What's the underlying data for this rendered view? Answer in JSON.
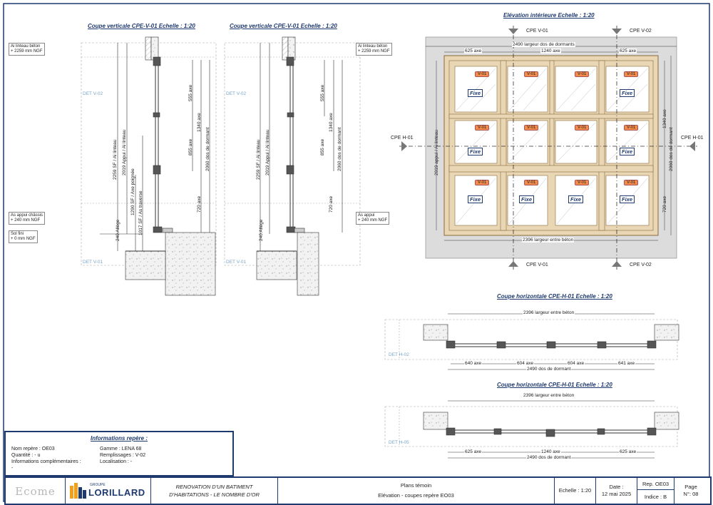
{
  "views": {
    "vertical_1_title": "Coupe verticale CPE-V-01 Echelle : 1:20",
    "vertical_2_title": "Coupe verticale CPE-V-01 Echelle : 1:20",
    "elevation_title": "Elévation intérieure Echelle : 1:20",
    "horizontal_1_title": "Coupe horizontale CPE-H-01 Echelle : 1:20",
    "horizontal_2_title": "Coupe horizontale CPE-H-01 Echelle : 1:20"
  },
  "tags": {
    "linteau": "Ai linteau béton\n+ 2259 mm NGF",
    "appui_chassis": "As appui châssis\n+ 240 mm NGF",
    "sol_fini": "Sol fini\n+ 0 mm NGF",
    "linteau_elev": "Ai linteau béton\n+ 2259 mm NGF",
    "appui_elev": "As appui\n+ 240 mm NGF"
  },
  "details": {
    "det_v02": "DET V-02",
    "det_v01": "DET V-01",
    "det_h02": "DET H-02",
    "det_h05": "DET H-05"
  },
  "section_dims": {
    "d555": "555 axe",
    "d1340": "1340 axe",
    "d855": "855 axe",
    "d2060": "2060 dos de dormant",
    "d720": "720 axe",
    "d2259": "2259 SF / Ai linteau",
    "d2019": "2019 Appui / Ai linteau",
    "d1290": "1290 SF / Axe poignée",
    "d1017": "1017 SF / As traverse",
    "d240": "240 Allège"
  },
  "elevation": {
    "cpe_v01": "CPE V-01",
    "cpe_v02": "CPE V-02",
    "cpe_h01": "CPE H-01",
    "dim_2490": "2490 largeur dos de dormants",
    "dim_625": "625 axe",
    "dim_1240": "1240 axe",
    "dim_2396": "2396 largeur entre béton",
    "dim_2019": "2019 appui / Ai linteau",
    "dim_1340": "1340 axe",
    "dim_2060": "2060 dos de dormant",
    "dim_720": "720 axe",
    "panel_tag": "V-01",
    "fixe": "Fixe"
  },
  "horizontal_1": {
    "dim_2396": "2396 largeur entre béton",
    "dim_640": "640 axe",
    "dim_604a": "604 axe",
    "dim_604b": "604 axe",
    "dim_641": "641 axe",
    "dim_2490": "2490 dos de dormant"
  },
  "horizontal_2": {
    "dim_2396": "2396 largeur entre béton",
    "dim_625a": "625 axe",
    "dim_1240": "1240 axe",
    "dim_625b": "625 axe",
    "dim_2490": "2490 dos de dormant"
  },
  "info": {
    "title": "Informations repère :",
    "nom_repere": "Nom repère : OE03",
    "quantite": "Quantité : - u",
    "infos_compl": "Informations complémentaires :",
    "infos_compl_value": "-",
    "gamme": "Gamme : LENA 68",
    "remplissages": "Remplissages : V-02",
    "localisation": "Localisation : -"
  },
  "cartouche": {
    "logo_ecome": "Ecome",
    "logo_group": "GROUPE",
    "logo_lorillard": "LORILLARD",
    "project_line1": "RENOVATION D'UN BATIMENT",
    "project_line2": "D'HABITATIONS - LE NOMBRE D'OR",
    "doc_title": "Plans témoin",
    "doc_subtitle": "Elévation - coupes repère EO03",
    "echelle": "Echelle : 1:20",
    "date_label": "Date :",
    "date_value": "12 mai 2025",
    "rep_label": "Rep. OE03",
    "indice": "Indice : B",
    "page_label": "Page",
    "page_value": "N°: 08"
  },
  "colors": {
    "frame_wood": "#e9d6b4",
    "frame_stroke": "#8a6a3a",
    "wall_grey": "#e4e4e4",
    "title_blue": "#1f3a6e",
    "tag_orange": "#f28a4b",
    "det_blue": "#7aa6c8"
  }
}
